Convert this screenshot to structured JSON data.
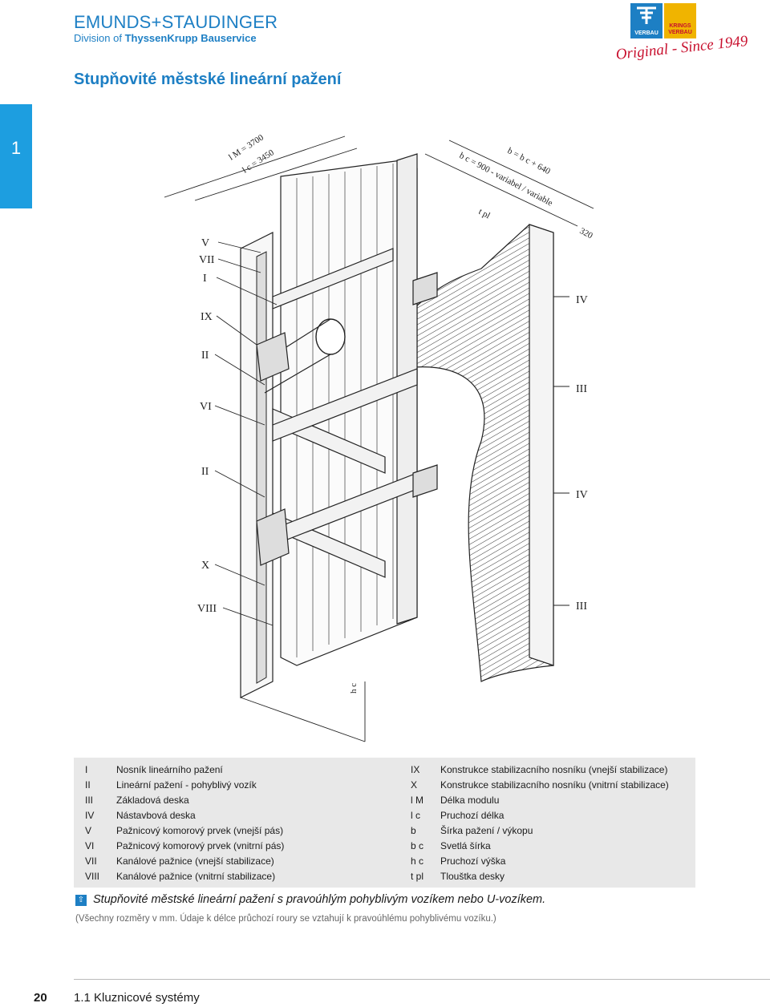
{
  "header": {
    "brand_main": "EMUNDS+STAUDINGER",
    "brand_sub_prefix": "Division of ",
    "brand_sub_bold": "ThyssenKrupp Bauservice",
    "logo_verbau": "VERBAU",
    "logo_krings": "KRINGS VERBAU",
    "original": "Original - Since 1949",
    "colors": {
      "accent": "#1d7fc4",
      "tab": "#1d9ee0",
      "krings": "#f0b400",
      "original": "#c8102e"
    }
  },
  "title": "Stupňovité městské lineární pažení",
  "side_tab": "1",
  "drawing": {
    "dims": {
      "lM": "l M = 3700",
      "lc": "l c = 3450",
      "bc": "b c = 900 - variabel / variable",
      "b": "b = b c + 640",
      "tpl": "t pl",
      "w320": "320",
      "hc": "h c"
    },
    "labels_left": [
      "V",
      "VII",
      "I",
      "IX",
      "II",
      "VI",
      "II",
      "X",
      "VIII"
    ],
    "labels_right": [
      "IV",
      "III",
      "IV",
      "III"
    ]
  },
  "legend": {
    "left": [
      {
        "key": "I",
        "desc": "Nosník lineárního pažení"
      },
      {
        "key": "II",
        "desc": "Lineární pažení - pohyblivý vozík"
      },
      {
        "key": "III",
        "desc": "Základová deska"
      },
      {
        "key": "IV",
        "desc": "Nástavbová deska"
      },
      {
        "key": "V",
        "desc": "Pažnicový komorový prvek (vnejší pás)"
      },
      {
        "key": "VI",
        "desc": "Pažnicový komorový prvek (vnitrní pás)"
      },
      {
        "key": "VII",
        "desc": "Kanálové pažnice (vnejší stabilizace)"
      },
      {
        "key": "VIII",
        "desc": "Kanálové pažnice (vnitrní stabilizace)"
      }
    ],
    "right": [
      {
        "key": "IX",
        "desc": "Konstrukce stabilizacního nosníku (vnejší stabilizace)"
      },
      {
        "key": "X",
        "desc": "Konstrukce stabilizacního nosníku (vnitrní stabilizace)"
      },
      {
        "key": "l M",
        "desc": "Délka modulu"
      },
      {
        "key": "l c",
        "desc": "Pruchozí délka"
      },
      {
        "key": "b",
        "desc": "Šírka pažení / výkopu"
      },
      {
        "key": "b c",
        "desc": "Svetlá šírka"
      },
      {
        "key": "h c",
        "desc": "Pruchozí výška"
      },
      {
        "key": "t pl",
        "desc": "Tlouštka desky"
      }
    ]
  },
  "caption": "Stupňovité městské lineární pažení s pravoúhlým pohyblivým vozíkem nebo U-vozíkem.",
  "caption_icon": "up-arrow-icon",
  "note": "(Všechny rozměry v mm. Údaje k délce průchozí roury se vztahují k pravoúhlému pohyblivému vozíku.)",
  "footer": {
    "page": "20",
    "section": "1.1 Kluznicové systémy"
  }
}
